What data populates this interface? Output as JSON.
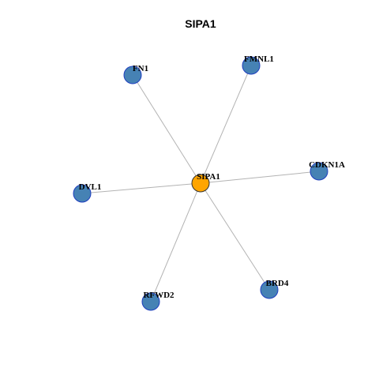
{
  "title": "SIPA1",
  "colors": {
    "center_fill": "#FFA500",
    "center_stroke": "#333333",
    "neighbor_fill": "#4682B4",
    "neighbor_stroke": "#1F3FBF",
    "edge": "#B3B3B3"
  },
  "center": {
    "id": "SIPA1",
    "label": "SIPA1"
  },
  "neighbors": [
    {
      "id": "FN1",
      "label": "FN1"
    },
    {
      "id": "FMNL1",
      "label": "FMNL1"
    },
    {
      "id": "CDKN1A",
      "label": "CDKN1A"
    },
    {
      "id": "BRD4",
      "label": "BRD4"
    },
    {
      "id": "RFWD2",
      "label": "RFWD2"
    },
    {
      "id": "DVL1",
      "label": "DVL1"
    }
  ],
  "edges": [
    [
      "SIPA1",
      "FN1"
    ],
    [
      "SIPA1",
      "FMNL1"
    ],
    [
      "SIPA1",
      "CDKN1A"
    ],
    [
      "SIPA1",
      "BRD4"
    ],
    [
      "SIPA1",
      "RFWD2"
    ],
    [
      "SIPA1",
      "DVL1"
    ]
  ]
}
